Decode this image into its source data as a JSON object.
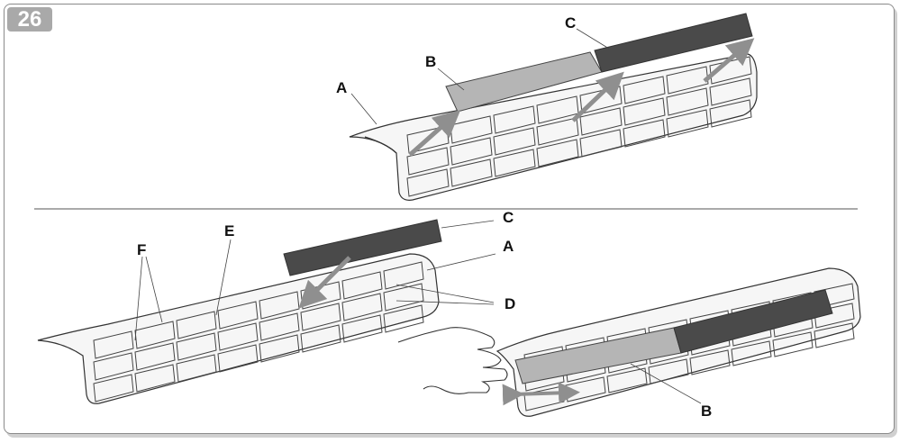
{
  "figure": {
    "number": "26",
    "labels": {
      "a": "A",
      "b": "B",
      "c": "C",
      "d": "D",
      "e": "E",
      "f": "F"
    }
  },
  "colors": {
    "panel_b": "#b5b5b5",
    "panel_c": "#4a4a4a",
    "arrow": "#8f8f8f",
    "outline": "#3a3a3a"
  }
}
